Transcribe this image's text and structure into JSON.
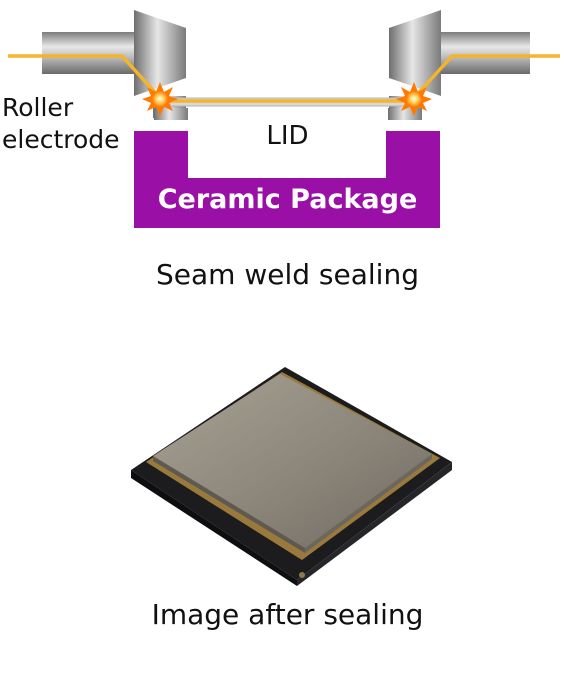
{
  "diagram": {
    "electrode_label_line1": "Roller",
    "electrode_label_line2": "electrode",
    "lid_label": "LID",
    "package_label": "Ceramic Package",
    "caption_top": "Seam weld sealing",
    "caption_bottom": "Image after sealing",
    "colors": {
      "package": "#9a10a6",
      "current": "#f5b42a",
      "spark": "#ff7a00",
      "metal": "#9a9a9a"
    },
    "icons": [
      "weld-spark-icon"
    ]
  }
}
